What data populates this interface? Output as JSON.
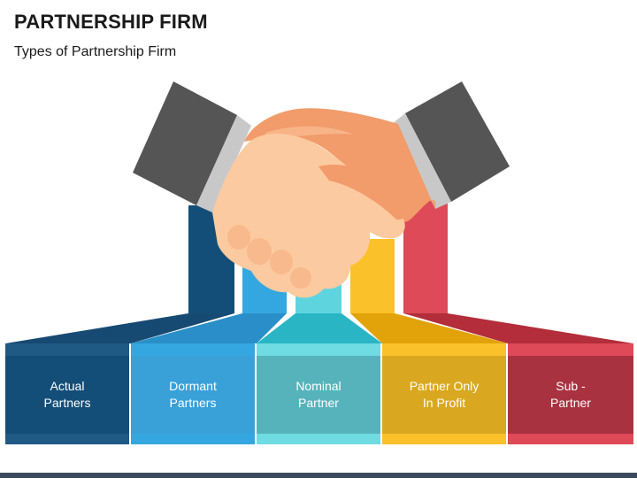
{
  "header": {
    "title": "PARTNERSHIP FIRM",
    "subtitle": "Types of Partnership Firm"
  },
  "illustration": {
    "icon": "handshake-icon"
  },
  "types": [
    {
      "label": "Actual\nPartners",
      "dark": "#164a73",
      "mid": "#1f5a85",
      "light": "#134e78"
    },
    {
      "label": "Dormant\nPartners",
      "dark": "#2a8fc8",
      "mid": "#35a7e0",
      "light": "#3aa0d8"
    },
    {
      "label": "Nominal\nPartner",
      "dark": "#2ab5c4",
      "mid": "#5ed5de",
      "light": "#56b3bb"
    },
    {
      "label": "Partner Only\nIn Profit",
      "dark": "#e2a20a",
      "mid": "#fbc12a",
      "light": "#d9a820"
    },
    {
      "label": "Sub -\nPartner",
      "dark": "#b32d3a",
      "mid": "#de4a57",
      "light": "#a93240"
    }
  ]
}
